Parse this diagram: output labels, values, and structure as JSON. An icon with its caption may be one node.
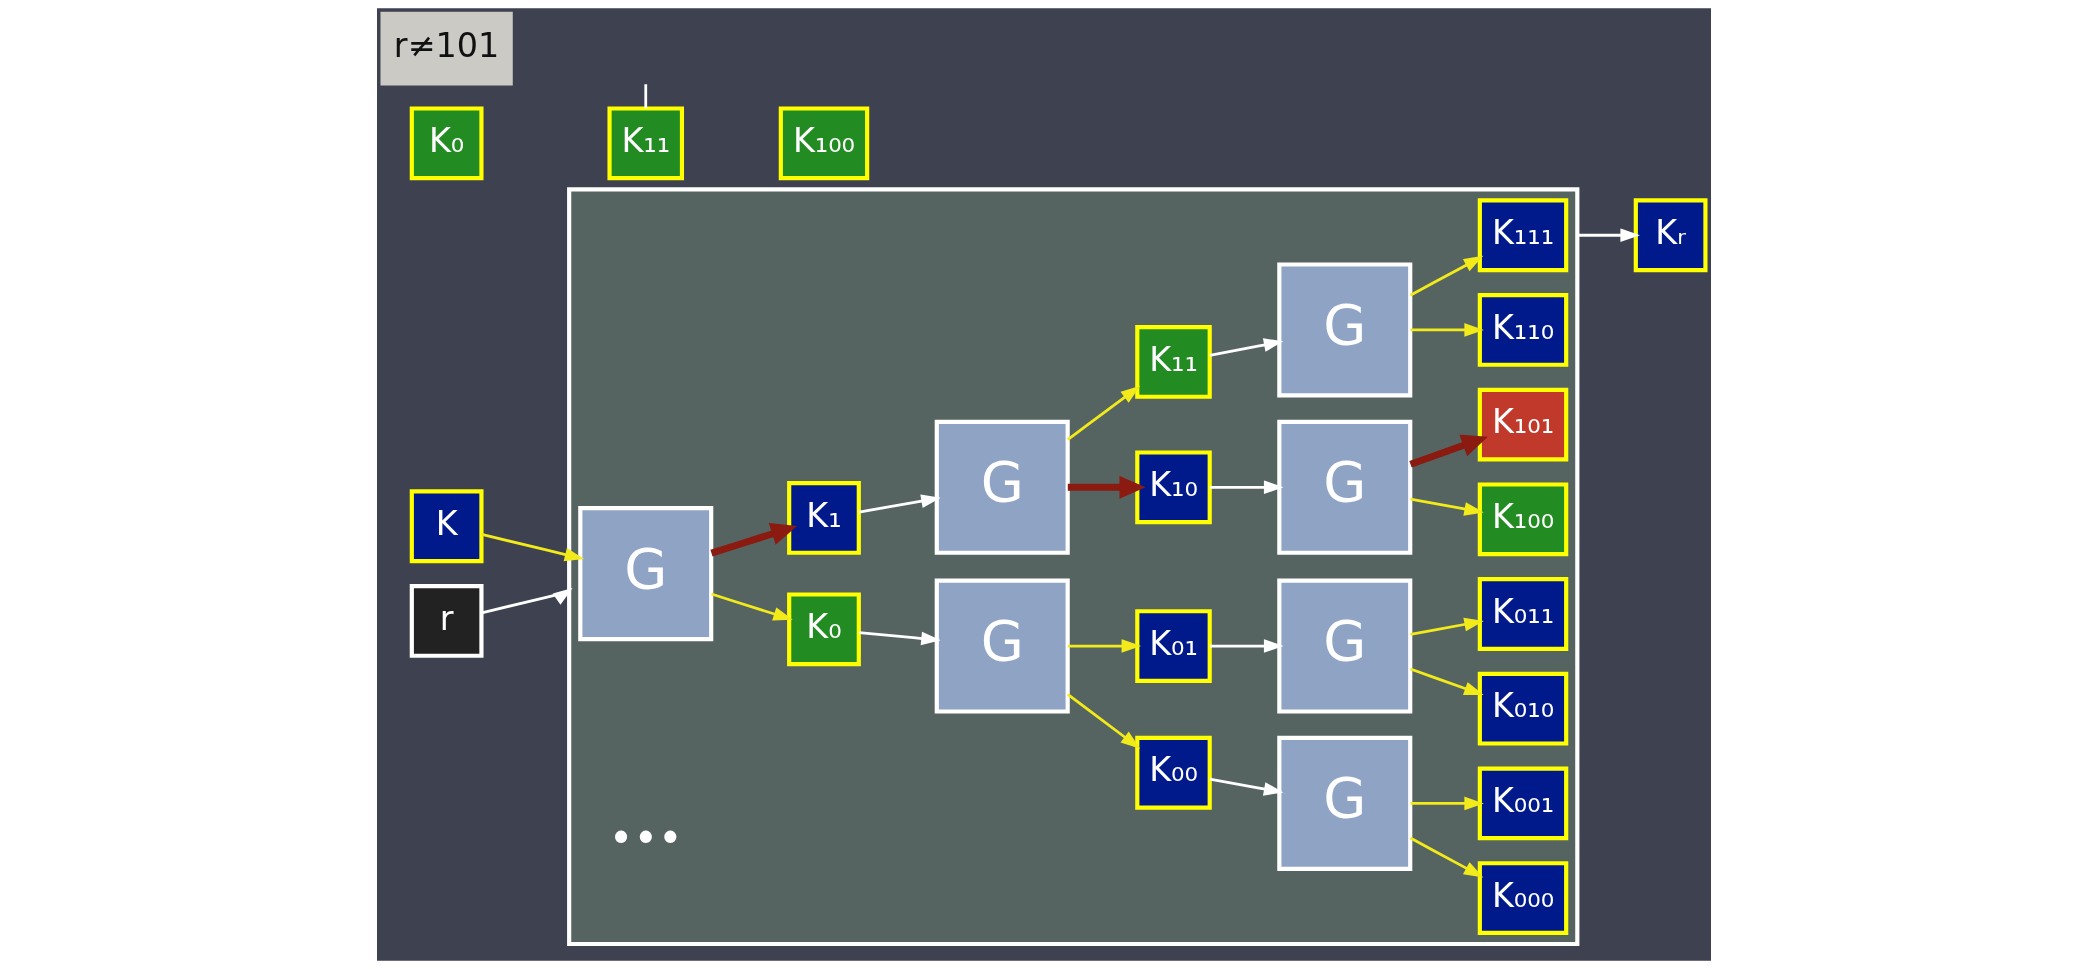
{
  "diagram": {
    "nodes": [
      {
        "text": [],
        "shape": "box"
      },
      {
        "text": [
          "K₀"
        ]
      },
      {
        "text": [
          "K₁₁"
        ]
      },
      {
        "text": [
          "K₁₀₀"
        ]
      },
      {
        "text": [
          "K"
        ]
      },
      {
        "text": [
          "G"
        ],
        "in": 0
      },
      {
        "text": [
          "K₀"
        ],
        "in": 0
      },
      {
        "text": [
          "K₁"
        ],
        "in": 0
      },
      {
        "text": [
          "G"
        ],
        "in": 0
      },
      {
        "text": [
          "G"
        ],
        "in": 0
      },
      {
        "text": [
          "K₀₀"
        ],
        "in": 0
      },
      {
        "text": [
          "K₀₁"
        ],
        "in": 0
      },
      {
        "text": [
          "K₁₀"
        ],
        "in": 0
      },
      {
        "text": [
          "K₁₁"
        ],
        "in": 0
      },
      {
        "text": [
          "G"
        ],
        "in": 0
      },
      {
        "text": [
          "G"
        ],
        "in": 0
      },
      {
        "text": [
          "G"
        ],
        "in": 0
      },
      {
        "text": [
          "G"
        ],
        "in": 0
      },
      {
        "text": [
          "K₀₀₀"
        ],
        "in": 0
      },
      {
        "text": [
          "K₀₀₁"
        ],
        "in": 0
      },
      {
        "text": [
          "K₀₁₀"
        ],
        "in": 0
      },
      {
        "text": [
          "K₀₁₁"
        ],
        "in": 0
      },
      {
        "text": [
          "K₁₀₀"
        ],
        "in": 0
      },
      {
        "text": [
          "K₁₀₁"
        ],
        "in": 0
      },
      {
        "text": [
          "K₁₁₀"
        ],
        "in": 0
      },
      {
        "text": [
          "K₁₁₁"
        ],
        "in": 0
      },
      {
        "text": [
          "Kᵣ"
        ]
      },
      {
        "text": [
          "r≠101"
        ]
      },
      {
        "text": [
          "r"
        ]
      }
    ],
    "edges": [
      {
        "from": 4,
        "to": 5,
        "arrow": "to"
      },
      {
        "from": 5,
        "to": 6,
        "arrow": "to"
      },
      {
        "from": 5,
        "to": 7,
        "arrow": "to",
        "style": "thick",
        "color": "#8b1a10"
      },
      {
        "from": 6,
        "to": 8,
        "arrow": "to",
        "color": "#ffffff"
      },
      {
        "from": 7,
        "to": 9,
        "arrow": "to",
        "color": "#ffffff"
      },
      {
        "from": 8,
        "to": 10,
        "arrow": "to"
      },
      {
        "from": 8,
        "to": 11,
        "arrow": "to"
      },
      {
        "from": 9,
        "to": 12,
        "arrow": "to",
        "style": "thick",
        "color": "#8b1a10"
      },
      {
        "from": 9,
        "to": 13,
        "arrow": "to"
      },
      {
        "from": 10,
        "to": 14,
        "arrow": "to",
        "color": "#ffffff"
      },
      {
        "from": 11,
        "to": 15,
        "arrow": "to",
        "color": "#ffffff"
      },
      {
        "from": 12,
        "to": 16,
        "arrow": "to",
        "color": "#ffffff"
      },
      {
        "from": 13,
        "to": 17,
        "arrow": "to",
        "color": "#ffffff"
      },
      {
        "from": 14,
        "to": 18,
        "arrow": "to"
      },
      {
        "from": 14,
        "to": 19,
        "arrow": "to"
      },
      {
        "from": 15,
        "to": 20,
        "arrow": "to"
      },
      {
        "from": 15,
        "to": 21,
        "arrow": "to"
      },
      {
        "from": 16,
        "to": 22,
        "arrow": "to"
      },
      {
        "from": 16,
        "to": 23,
        "arrow": "to",
        "style": "thick",
        "color": "#8b1a10"
      },
      {
        "from": 17,
        "to": 24,
        "arrow": "to"
      },
      {
        "from": 17,
        "to": 25,
        "arrow": "to"
      },
      {
        "from": 0,
        "to": 26,
        "arrow": "to",
        "color": "#ffffff"
      },
      {
        "from": 28,
        "to": 0,
        "arrow": "to",
        "color": "#ffffff"
      },
      {
        "from": null,
        "to": 2,
        "arrow": "none",
        "color": "#ffffff"
      }
    ],
    "labels": [
      "•••"
    ]
  }
}
